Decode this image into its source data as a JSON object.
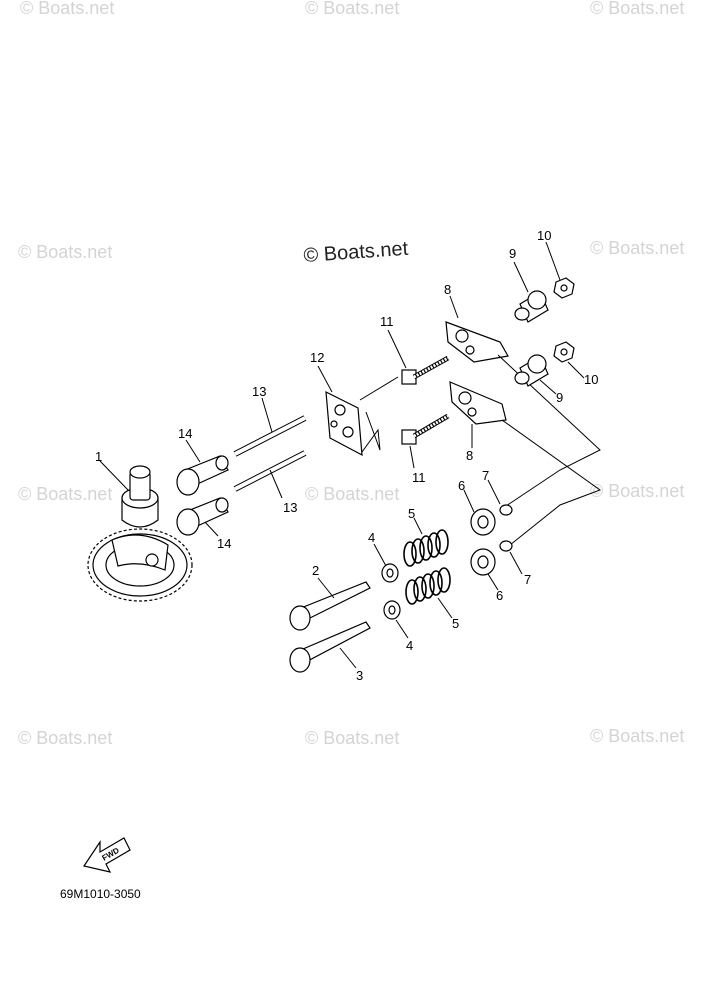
{
  "watermark": {
    "main": "© Boats.net",
    "tile": "© Boats.net"
  },
  "diagram_code": "69M1010-3050",
  "fwd_label": "FWD",
  "callouts": {
    "c1": "1",
    "c2": "2",
    "c3": "3",
    "c4a": "4",
    "c4b": "4",
    "c5a": "5",
    "c5b": "5",
    "c6a": "6",
    "c6b": "6",
    "c7a": "7",
    "c7b": "7",
    "c8a": "8",
    "c8b": "8",
    "c9a": "9",
    "c9b": "9",
    "c10a": "10",
    "c10b": "10",
    "c11a": "11",
    "c11b": "11",
    "c12": "12",
    "c13a": "13",
    "c13b": "13",
    "c14a": "14",
    "c14b": "14"
  }
}
